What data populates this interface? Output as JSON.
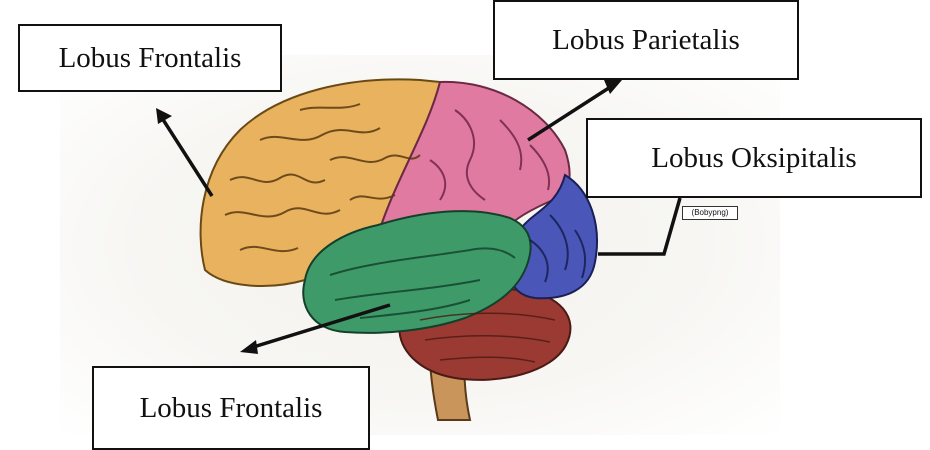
{
  "labels": {
    "frontalis_top": "Lobus Frontalis",
    "parietalis": "Lobus Parietalis",
    "oksipitalis": "Lobus Oksipitalis",
    "frontalis_bottom": "Lobus Frontalis"
  },
  "image_caption": "(Bobypng)",
  "colors": {
    "frontal": "#e8b25e",
    "parietal": "#e07aa0",
    "occipital": "#4a57b8",
    "temporal": "#3f9a6a",
    "cerebellum": "#9a3a32",
    "brainstem": "#c9955a"
  }
}
